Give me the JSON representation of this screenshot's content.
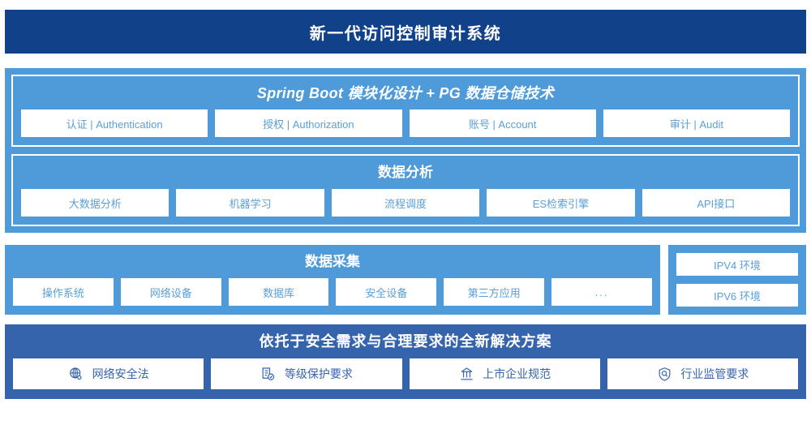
{
  "header": {
    "title": "新一代访问控制审计系统"
  },
  "platform": {
    "title": "Spring Boot 模块化设计 + PG 数据仓储技术",
    "items": [
      {
        "label": "认证 | Authentication"
      },
      {
        "label": "授权 | Authorization"
      },
      {
        "label": "账号 | Account"
      },
      {
        "label": "审计 | Audit"
      }
    ]
  },
  "analysis": {
    "title": "数据分析",
    "items": [
      {
        "label": "大数据分析"
      },
      {
        "label": "机器学习"
      },
      {
        "label": "流程调度"
      },
      {
        "label": "ES检索引擎"
      },
      {
        "label": "API接口"
      }
    ]
  },
  "collection": {
    "title": "数据采集",
    "items": [
      {
        "label": "操作系统"
      },
      {
        "label": "网络设备"
      },
      {
        "label": "数据库"
      },
      {
        "label": "安全设备"
      },
      {
        "label": "第三方应用"
      },
      {
        "label": "..."
      }
    ],
    "environments": [
      {
        "label": "IPV4 环境"
      },
      {
        "label": "IPV6 环境"
      }
    ]
  },
  "compliance": {
    "title": "依托于安全需求与合理要求的全新解决方案",
    "items": [
      {
        "label": "网络安全法",
        "icon": "globe-network-icon"
      },
      {
        "label": "等级保护要求",
        "icon": "document-check-icon"
      },
      {
        "label": "上市企业规范",
        "icon": "bank-building-icon"
      },
      {
        "label": "行业监管要求",
        "icon": "shield-search-icon"
      }
    ]
  },
  "colors": {
    "header_blue": "#114289",
    "panel_light_blue": "#4f9bd9",
    "panel_dark_blue": "#3564ad",
    "chip_text_blue": "#5a9fd6",
    "chip_text_dark_blue": "#3564ad",
    "white": "#ffffff"
  }
}
